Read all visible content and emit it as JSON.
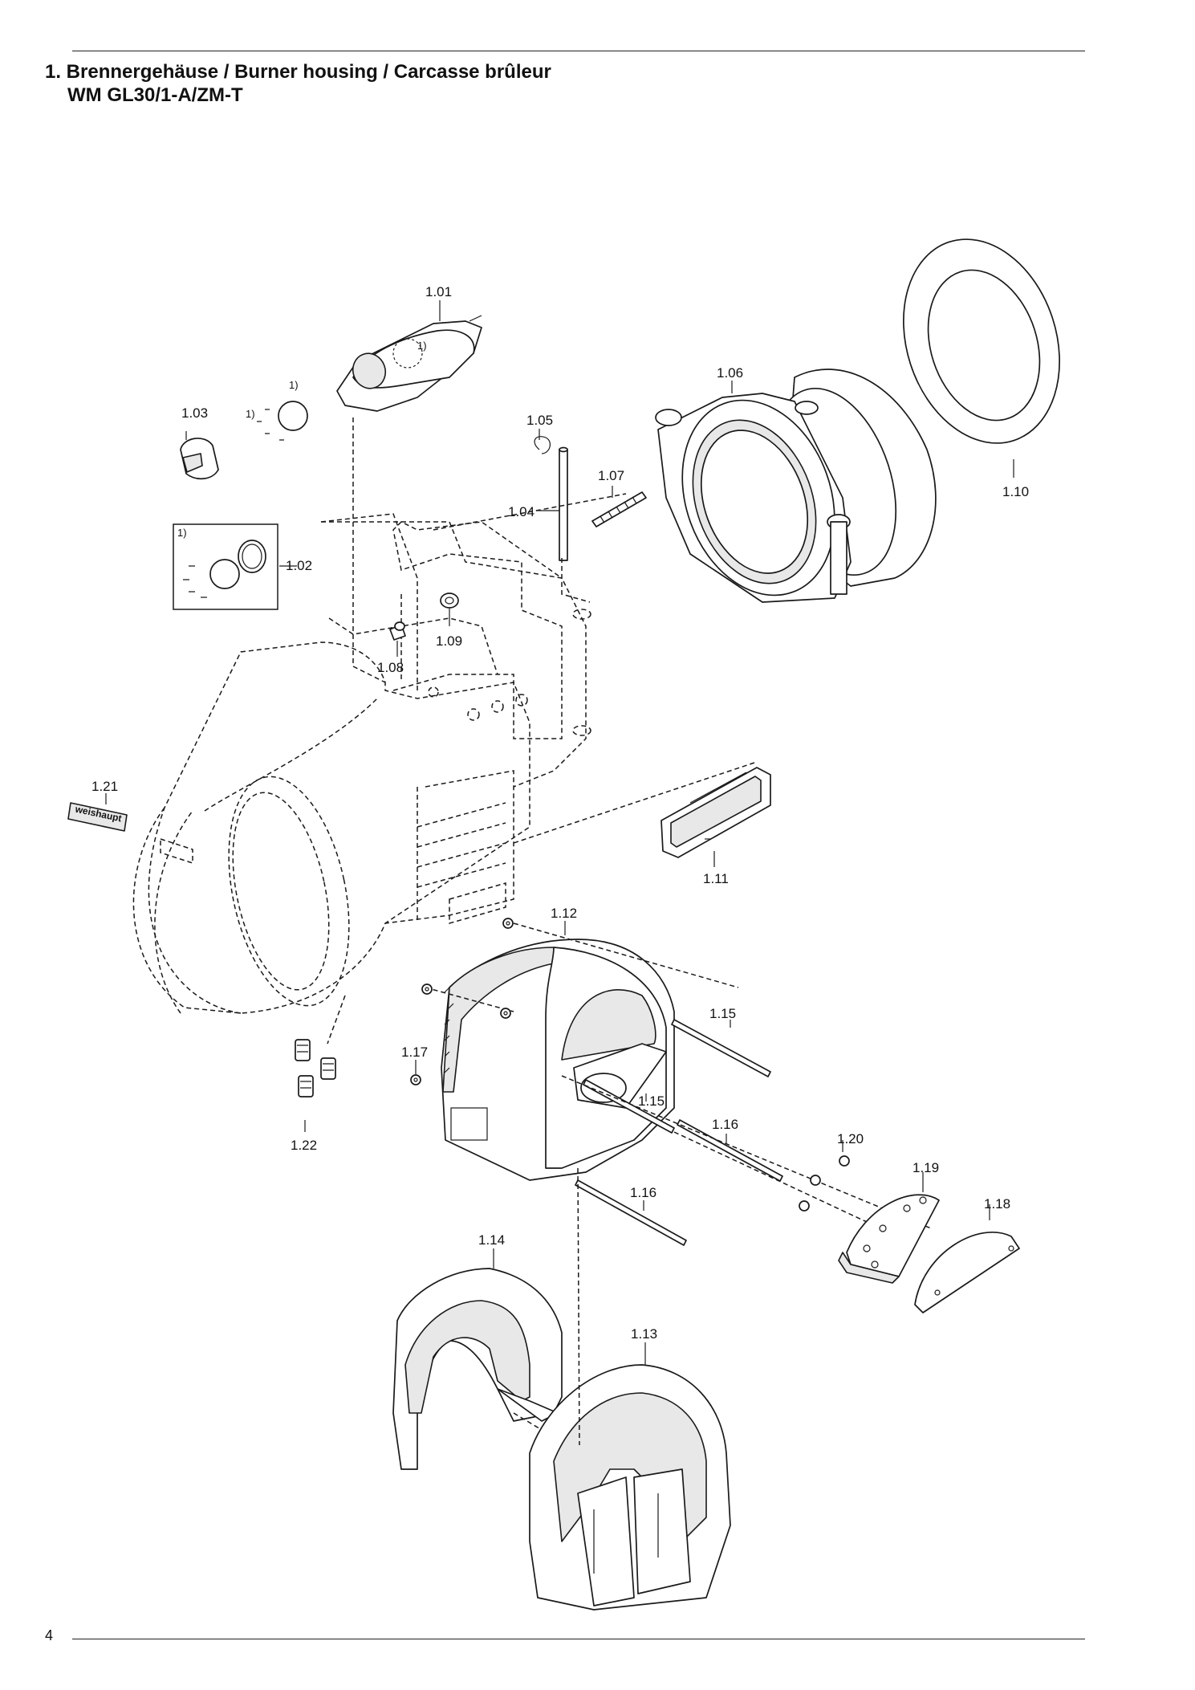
{
  "header": {
    "title_line1": "1. Brennergehäuse / Burner housing / Carcasse brûleur",
    "title_line2": "WM GL30/1-A/ZM-T"
  },
  "footer": {
    "page_number": "4"
  },
  "parts": {
    "p101": "1.01",
    "p102": "1.02",
    "p103": "1.03",
    "p104": "1.04",
    "p105": "1.05",
    "p106": "1.06",
    "p107": "1.07",
    "p108": "1.08",
    "p109": "1.09",
    "p110": "1.10",
    "p111": "1.11",
    "p112": "1.12",
    "p113": "1.13",
    "p114": "1.14",
    "p115a": "1.15",
    "p115b": "1.15",
    "p116a": "1.16",
    "p116b": "1.16",
    "p117": "1.17",
    "p118": "1.18",
    "p119": "1.19",
    "p120": "1.20",
    "p121": "1.21",
    "p122": "1.22"
  },
  "footnote_marker": "1)",
  "nameplate_text": "weishaupt"
}
